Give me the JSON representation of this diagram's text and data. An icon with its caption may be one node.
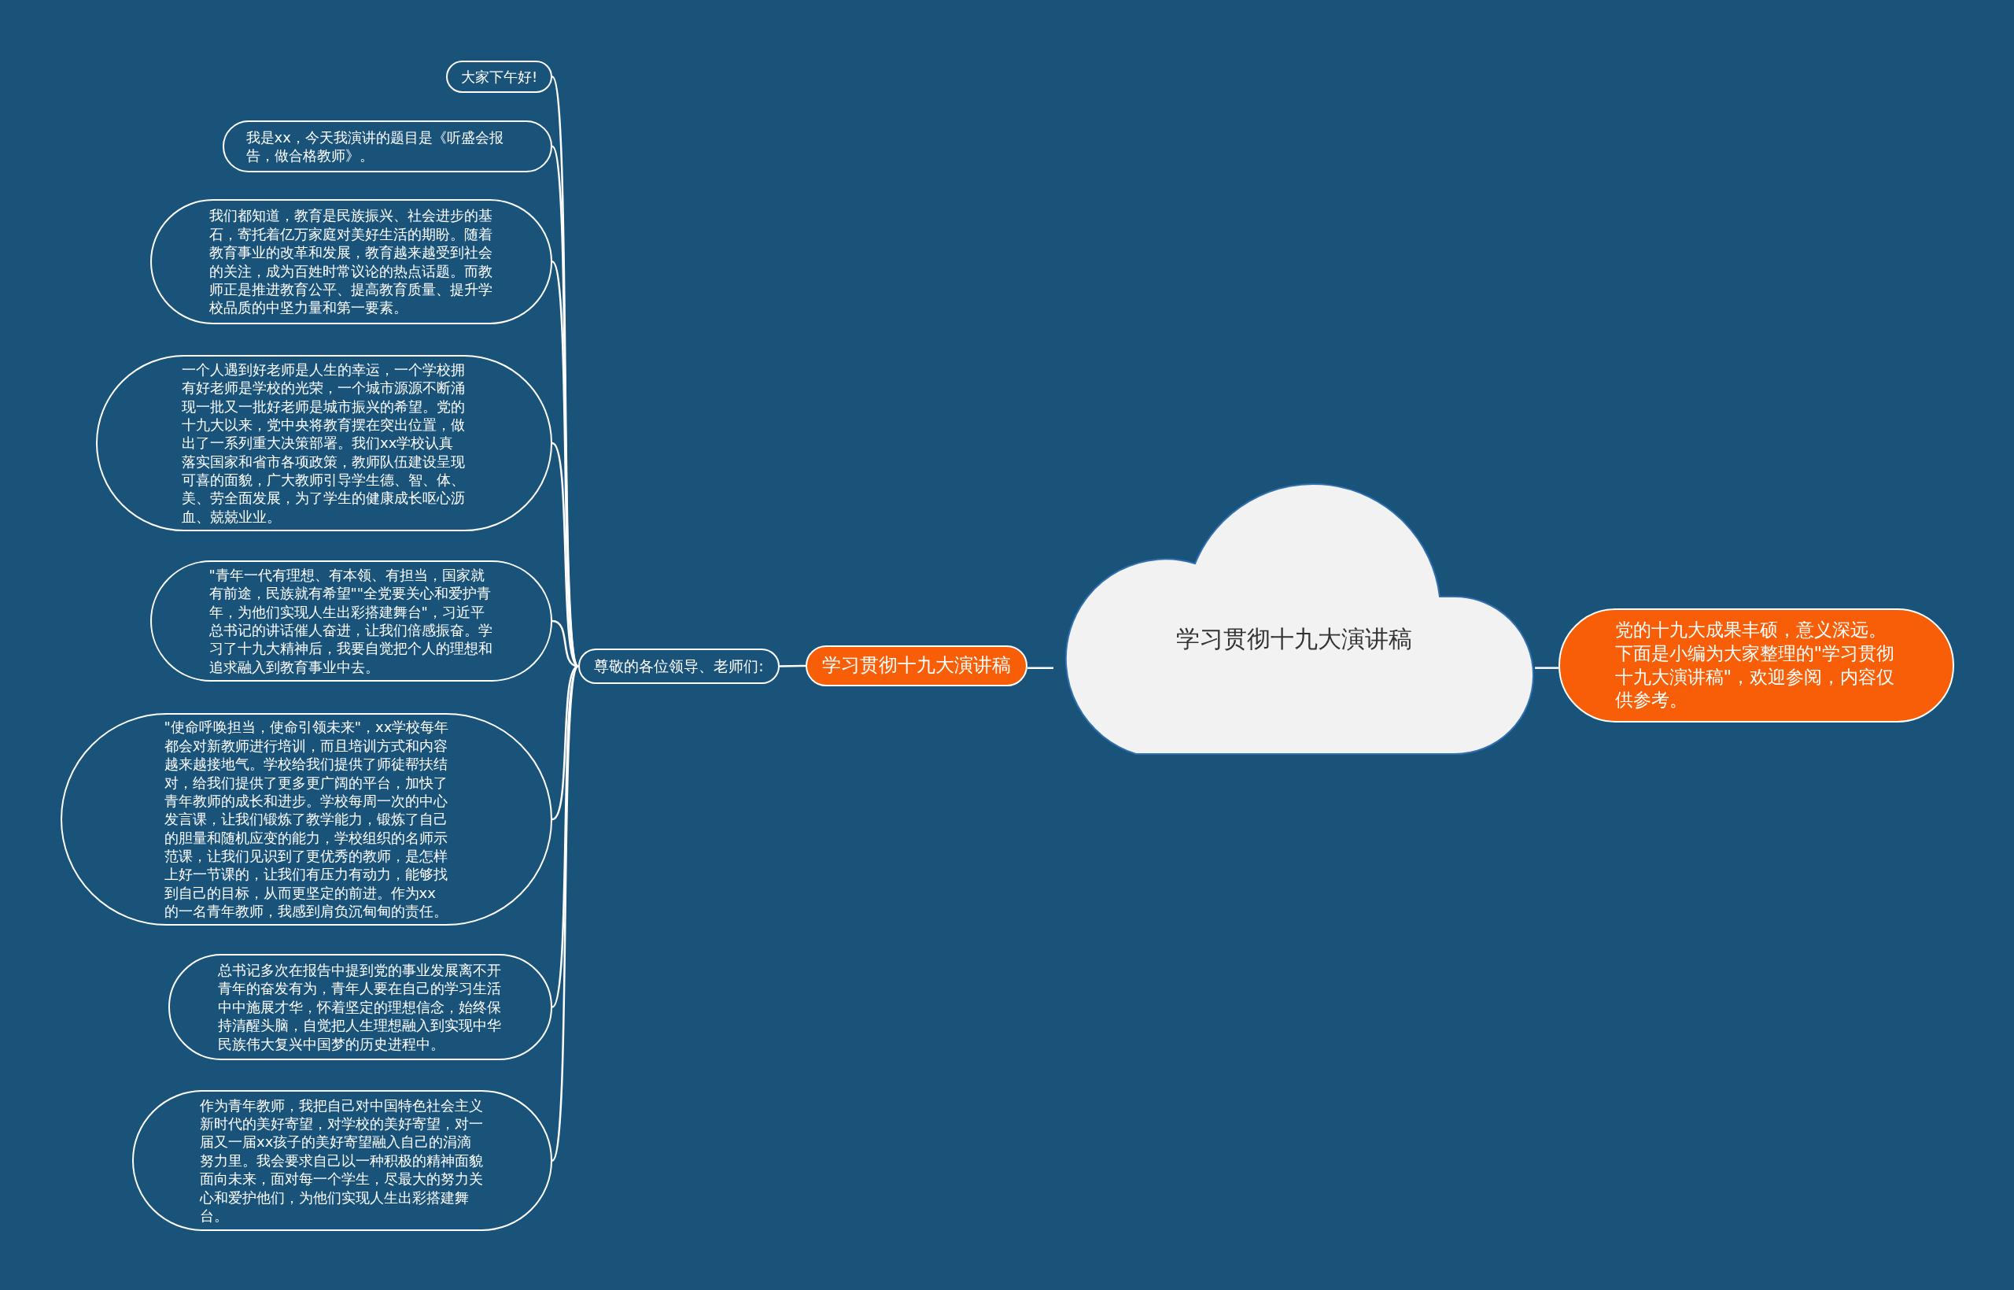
{
  "diagram": {
    "nodes": [
      {
        "text": [
          "学习贯彻十九大演讲稿"
        ]
      },
      {
        "text": [
          "党的十九大成果丰硕，意义深远。下面是小编为大家整理的\"学习贯彻十九大演讲稿\"，欢迎参阅，内容仅供参考。"
        ]
      },
      {
        "text": [
          "学习贯彻十九大演讲稿"
        ]
      },
      {
        "text": [
          "尊敬的各位领导、老师们:"
        ]
      },
      {
        "text": [
          "大家下午好!"
        ]
      },
      {
        "text": [
          "我是xx，今天我演讲的题目是《听盛会报告，做合格教师》。"
        ]
      },
      {
        "text": [
          "我们都知道，教育是民族振兴、社会进步的基石，寄托着亿万家庭对美好生活的期盼。随着教育事业的改革和发展，教育越来越受到社会的关注，成为百姓时常议论的热点话题。而教师正是推进教育公平、提高教育质量、提升学校品质的中坚力量和第一要素。"
        ]
      },
      {
        "text": [
          "一个人遇到好老师是人生的幸运，一个学校拥有好老师是学校的光荣，一个城市源源不断涌现一批又一批好老师是城市振兴的希望。党的十九大以来，党中央将教育摆在突出位置，做出了一系列重大决策部署。我们xx学校认真落实国家和省市各项政策，教师队伍建设呈现可喜的面貌，广大教师引导学生德、智、体、美、劳全面发展，为了学生的健康成长呕心沥血、兢兢业业。"
        ]
      },
      {
        "text": [
          "\"青年一代有理想、有本领、有担当，国家就有前途，民族就有希望\"\"全党要关心和爱护青年，为他们实现人生出彩搭建舞台\"，习近平总书记的讲话催人奋进，让我们倍感振奋。学习了十九大精神后，我要自觉把个人的理想和追求融入到教育事业中去。"
        ]
      },
      {
        "text": [
          "\"使命呼唤担当，使命引领未来\"，xx学校每年都会对新教师进行培训，而且培训方式和内容越来越接地气。学校给我们提供了师徒帮扶结对，给我们提供了更多更广阔的平台，加快了青年教师的成长和进步。学校每周一次的中心发言课，让我们锻炼了教学能力，锻炼了自己的胆量和随机应变的能力，学校组织的名师示范课，让我们见识到了更优秀的教师，是怎样上好一节课的，让我们有压力有动力，能够找到自己的目标，从而更坚定的前进。作为xx的一名青年教师，我感到肩负沉甸甸的责任。"
        ]
      },
      {
        "text": [
          "总书记多次在报告中提到党的事业发展离不开青年的奋发有为，青年人要在自己的学习生活中中施展才华，怀着坚定的理想信念，始终保持清醒头脑，自觉把人生理想融入到实现中华民族伟大复兴中国梦的历史进程中。"
        ]
      },
      {
        "text": [
          "作为青年教师，我把自己对中国特色社会主义新时代的美好寄望，对学校的美好寄望，对一届又一届xx孩子的美好寄望融入自己的涓滴努力里。我会要求自己以一种积极的精神面貌面向未来，面对每一个学生，尽最大的努力关心和爱护他们，为他们实现人生出彩搭建舞台。"
        ]
      }
    ],
    "edges": [
      {
        "from": 0,
        "to": 1,
        "arrow": "none"
      },
      {
        "from": 0,
        "to": 2,
        "arrow": "none"
      },
      {
        "from": 2,
        "to": 3,
        "arrow": "none"
      },
      {
        "from": 3,
        "to": 4,
        "arrow": "none"
      },
      {
        "from": 3,
        "to": 5,
        "arrow": "none"
      },
      {
        "from": 3,
        "to": 6,
        "arrow": "none"
      },
      {
        "from": 3,
        "to": 7,
        "arrow": "none"
      },
      {
        "from": 3,
        "to": 8,
        "arrow": "none"
      },
      {
        "from": 3,
        "to": 9,
        "arrow": "none"
      },
      {
        "from": 3,
        "to": 10,
        "arrow": "none"
      },
      {
        "from": 3,
        "to": 11,
        "arrow": "none"
      }
    ]
  }
}
